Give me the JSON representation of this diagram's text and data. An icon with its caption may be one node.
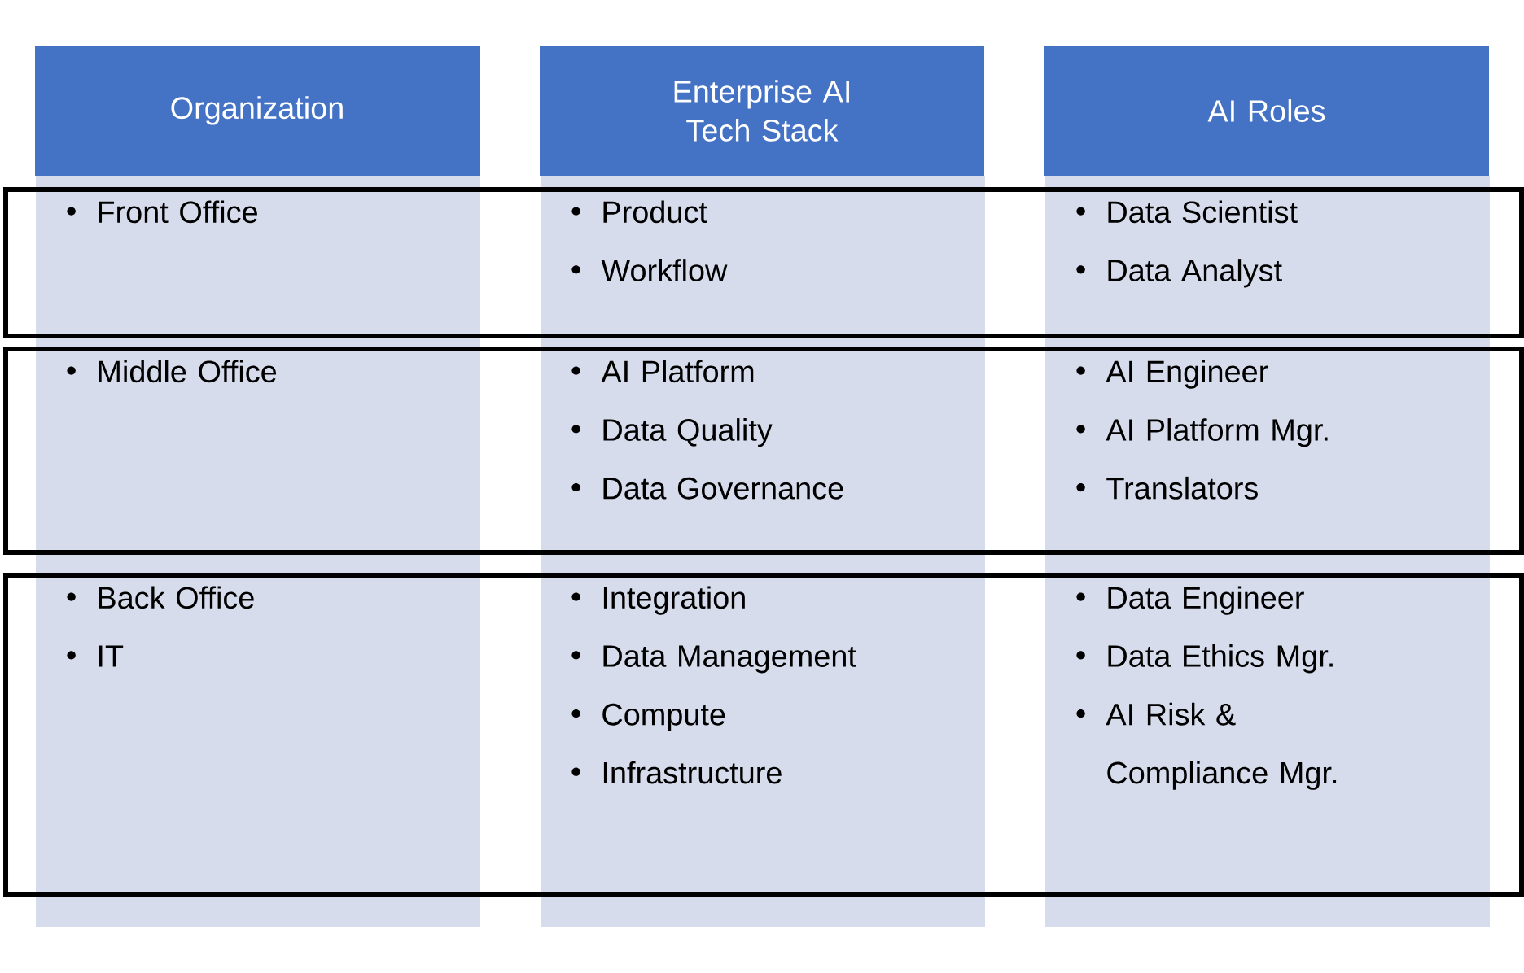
{
  "diagram": {
    "nodes": [
      {
        "text": [
          "Organization"
        ]
      },
      {
        "text": [
          "Enterprise AI Tech Stack"
        ]
      },
      {
        "text": [
          "AI Roles"
        ]
      },
      {
        "text": [],
        "shape": "box"
      },
      {
        "text": [],
        "shape": "box"
      },
      {
        "text": [],
        "shape": "box"
      },
      {
        "text": [
          "Front Office"
        ],
        "in": 3
      },
      {
        "text": [
          "Product",
          "Workflow"
        ],
        "in": 3
      },
      {
        "text": [
          "Data Scientist",
          "Data Analyst"
        ],
        "in": 3
      },
      {
        "text": [
          "Middle Office"
        ],
        "in": 4
      },
      {
        "text": [
          "AI Platform",
          "Data Quality",
          "Data Governance"
        ],
        "in": 4
      },
      {
        "text": [
          "AI Engineer",
          "AI Platform Mgr.",
          "Translators"
        ],
        "in": 4
      },
      {
        "text": [
          "Back Office",
          "IT"
        ],
        "in": 5
      },
      {
        "text": [
          "Integration",
          "Data Management",
          "Compute",
          "Infrastructure"
        ],
        "in": 5
      },
      {
        "text": [
          "Data Engineer",
          "Data Ethics Mgr.",
          "AI Risk & Compliance Mgr."
        ],
        "in": 5
      }
    ]
  }
}
